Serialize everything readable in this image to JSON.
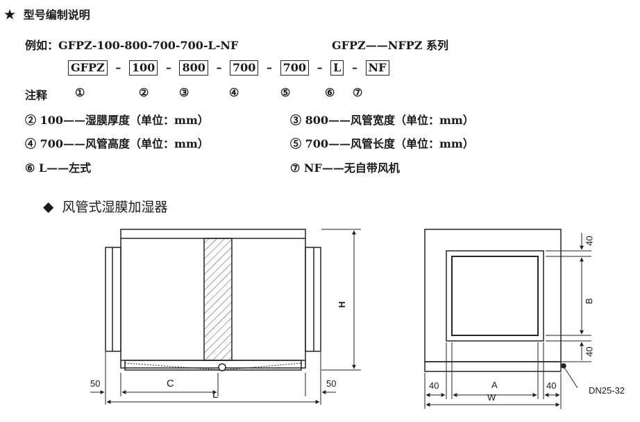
{
  "section": {
    "star": "★",
    "title": "型号编制说明"
  },
  "example": {
    "label": "例如：GFPZ-100-800-700-700-L-NF",
    "series": "GFPZ——NFPZ 系列"
  },
  "code_parts": [
    "GFPZ",
    "100",
    "800",
    "700",
    "700",
    "L",
    "NF"
  ],
  "code_sep": "–",
  "notes": {
    "label": "注释",
    "markers": [
      "①",
      "②",
      "③",
      "④",
      "⑤",
      "⑥",
      "⑦"
    ]
  },
  "definitions": [
    "② 100——湿膜厚度（单位：mm）",
    "③ 800——风管宽度（单位：mm）",
    "④ 700——风管高度（单位：mm）",
    "⑤ 700——风管长度（单位：mm）",
    "⑥ L——左式",
    "⑦ NF——无自带风机"
  ],
  "product": {
    "diamond": "◆",
    "title": "风管式湿膜加湿器"
  },
  "drawing": {
    "left_view": {
      "H": "H",
      "C": "C",
      "L": "L",
      "flange_left": "50",
      "flange_right": "50"
    },
    "right_view": {
      "top": "40",
      "B": "B",
      "bottom": "40",
      "left": "40",
      "A": "A",
      "right": "40",
      "W": "W",
      "pipe": "DN25-32"
    }
  }
}
